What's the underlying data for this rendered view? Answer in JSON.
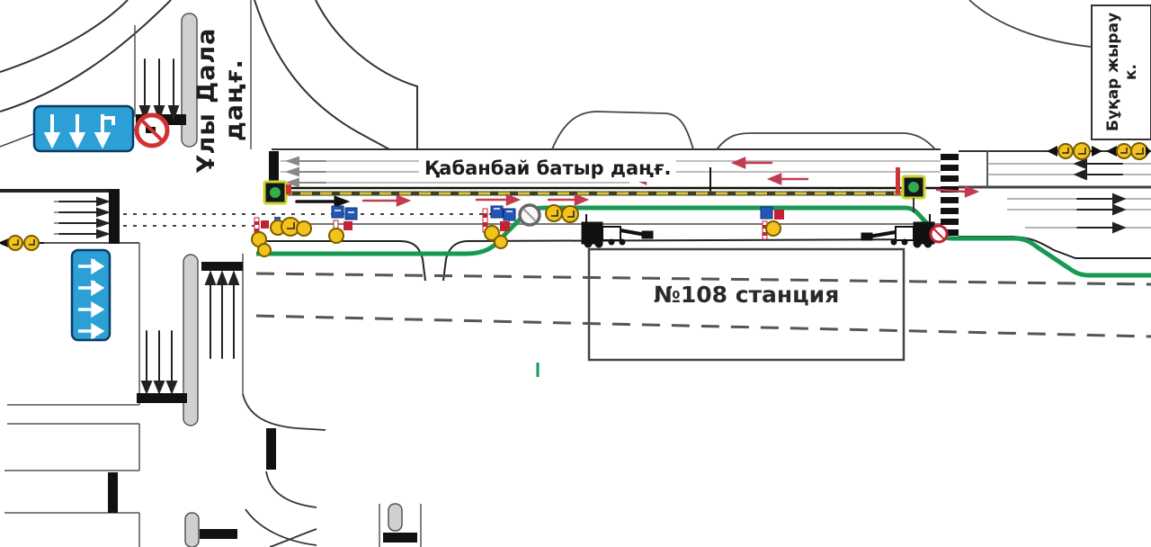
{
  "scheme": {
    "labels": {
      "street_vertical_left": "Ұлы Дала даңғ.",
      "street_main": "Қабанбай батыр даңғ.",
      "street_vertical_right": "Бұқар жырау к.",
      "station": "№108 станция"
    },
    "colors": {
      "pedestrian_route_green": "#169a52",
      "temporary_marking_yellow": "#d8c33a",
      "temporary_marking_base": "#3f3f22",
      "detour_sign_yellow": "#f2c21d",
      "traffic_arrow_red": "#c23b50",
      "info_sign_blue": "#2b9fd6",
      "prohibition_red": "#d03232",
      "road_line_dark": "#222222",
      "median_gray": "#d0d0d0"
    },
    "icons": [
      "lane-direction-sign-icon",
      "no-stopping-sign-icon",
      "traffic-light-icon",
      "detour-sign-icon",
      "roadworks-machine-icon",
      "no-entry-sign-icon",
      "pedestrian-crosswalk-zebra",
      "temporary-barrier-marking",
      "pedestrian-detour-route",
      "lane-arrow",
      "stop-line"
    ]
  }
}
